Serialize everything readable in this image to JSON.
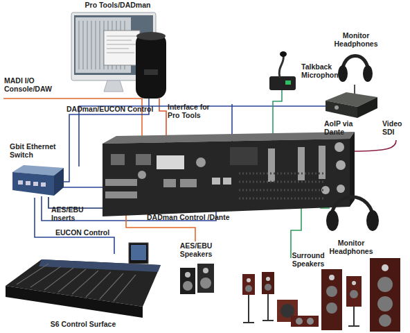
{
  "diagram": {
    "nodes": [
      {
        "text": [
          "Pro Tools/DADman"
        ]
      },
      {
        "text": [
          "Talkback Microphone"
        ]
      },
      {
        "text": [
          "Monitor Headphones"
        ]
      },
      {
        "text": [
          "Gbit Ethernet Switch"
        ]
      },
      {
        "text": [
          "Monitor Headphones"
        ]
      },
      {
        "text": [
          "AES/EBU Speakers"
        ]
      },
      {
        "text": [
          "Surround Speakers"
        ]
      },
      {
        "text": [
          "S6 Control Surface"
        ]
      }
    ],
    "edges": [
      {
        "from": 0,
        "to": 3,
        "label": "DADman/EUCON Control",
        "arrow": "none"
      },
      {
        "from": 3,
        "to": 7,
        "label": "EUCON Control",
        "arrow": "none"
      }
    ],
    "labels": [
      "MADI I/O Console/DAW",
      "Interface for Pro Tools",
      "AoIP via Dante",
      "Video SDI",
      "AES/EBU Inserts",
      "DADman Control /Dante"
    ]
  }
}
